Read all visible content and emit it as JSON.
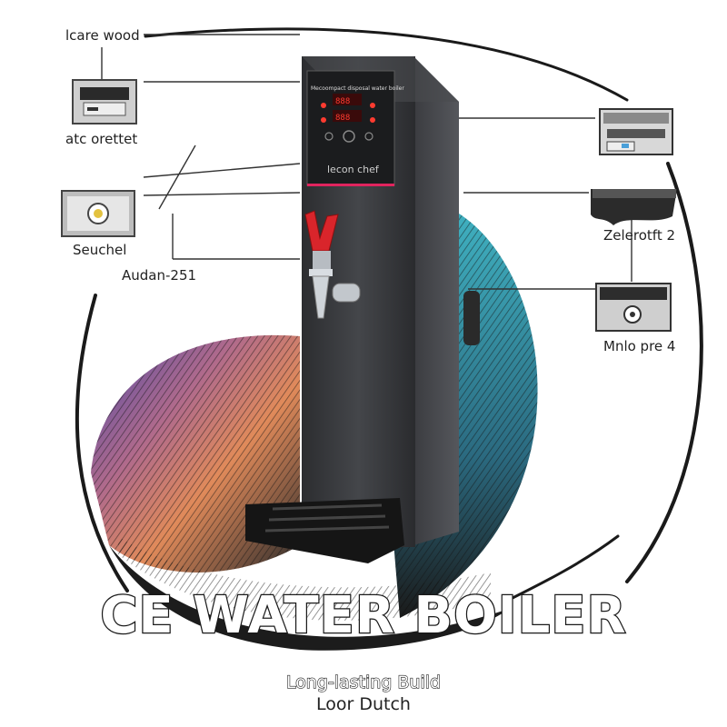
{
  "headline": "CE WATER BOILER",
  "tagline_1": "Long-lasting Build",
  "tagline_2": "Loor Dutch",
  "callouts": {
    "top_left": "lcare wood",
    "left_upper": "atc orettet",
    "left_middle": "Seuchel",
    "left_lower": "Audan-251",
    "right_middle": "Zelerotft 2",
    "right_lower": "Mnlo pre 4"
  },
  "product": {
    "panel_caption": "Mecoompact disposal water boiler",
    "brand": "lecon chef"
  },
  "colors": {
    "body": "#3a3b3e",
    "accent_strip": "#e0245e",
    "tap_handle": "#d9252b",
    "display": "#ff3b30"
  },
  "icons": [
    "oven-drawer-icon",
    "knob-panel-icon",
    "appliance-unit-icon",
    "hob-unit-icon",
    "control-module-icon"
  ]
}
